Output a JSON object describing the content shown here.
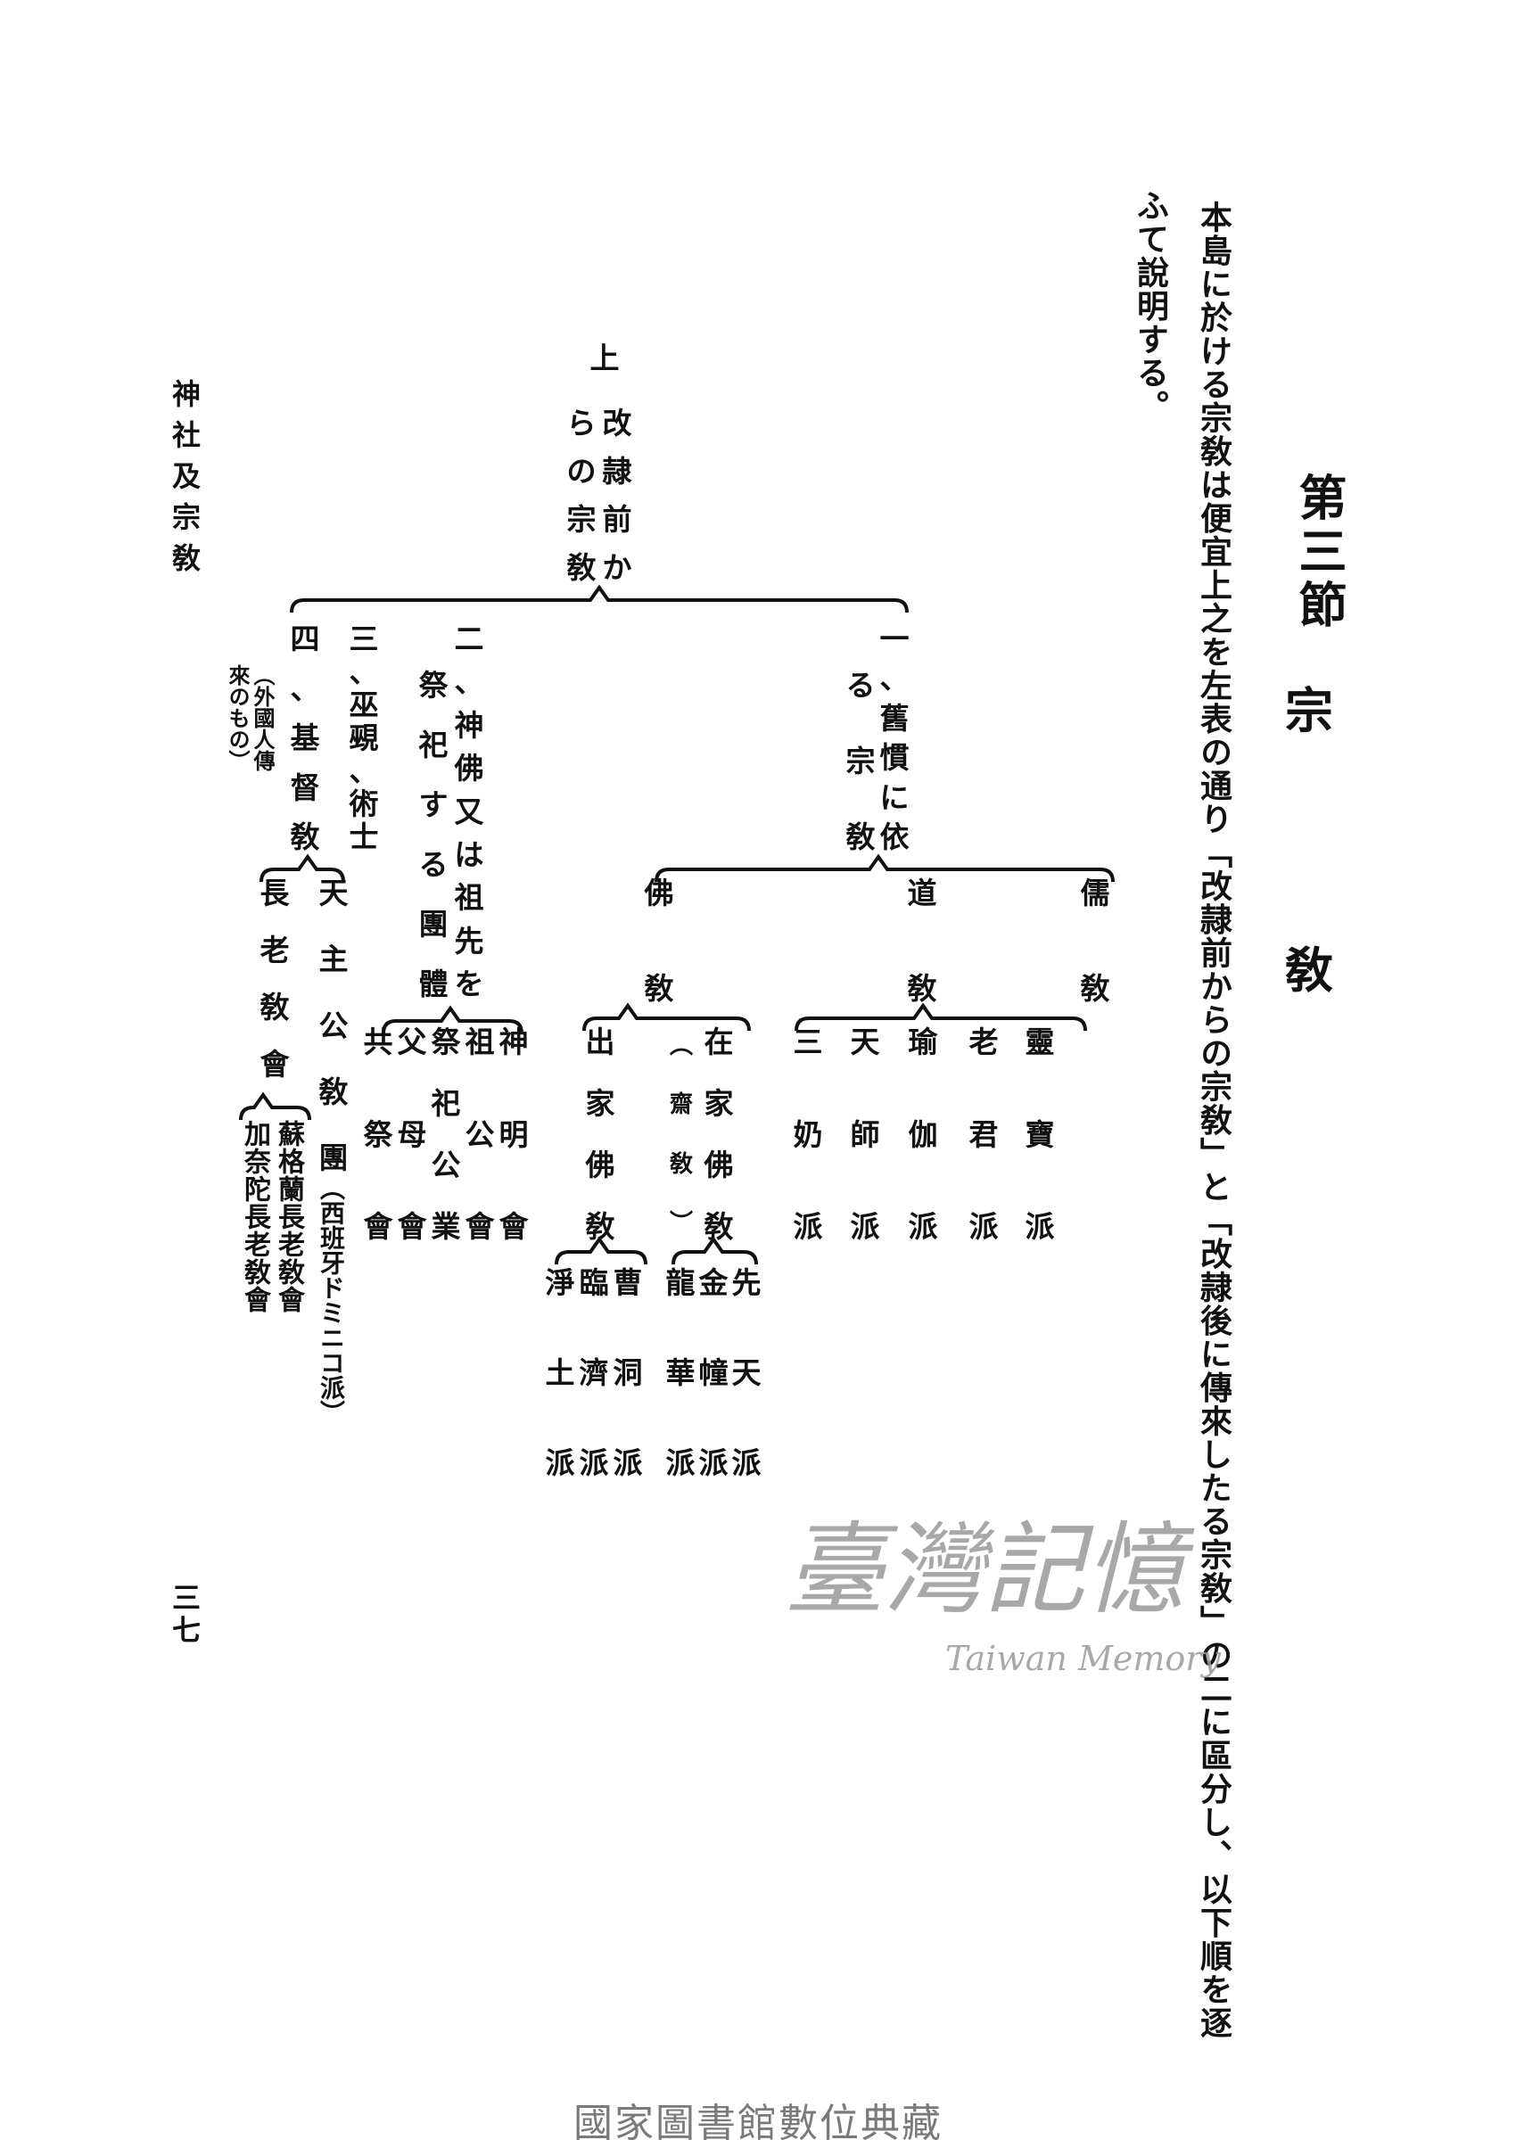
{
  "running_header": "神社及宗敎",
  "page_number": "三七",
  "section": {
    "label": "第三節",
    "title": "宗敎"
  },
  "body_text": [
    "本島に於ける宗敎は便宜上之を左表の通り「改隷前からの宗敎」と「改隷後に傳來したる宗敎」の二に區分し、以下順を逐",
    "ふて說明する。"
  ],
  "table": {
    "marker": "上",
    "root": [
      "改隷前か",
      "らの宗敎"
    ],
    "branches": {
      "one": [
        "一、舊慣に依",
        "る宗敎"
      ],
      "two": [
        "二、神佛又は祖先を",
        "祭祀する團體"
      ],
      "three": "三、巫覡、術士",
      "four": "四、基督敎",
      "four_note": "（外國人傳來のもの）"
    },
    "one_children": {
      "confucianism": "儒敎",
      "taoism": "道敎",
      "buddhism": "佛敎"
    },
    "taoism_sects": [
      "靈寶派",
      "老君派",
      "瑜伽派",
      "天師派",
      "三奶派"
    ],
    "buddhism_children": {
      "lay": "在家佛敎",
      "lay_note": "（齋敎）",
      "monastic": "出家佛敎"
    },
    "lay_sects": [
      "先天派",
      "金幢派",
      "龍華派"
    ],
    "monastic_sects": [
      "曹洞派",
      "臨濟派",
      "淨土派"
    ],
    "two_children": [
      "神明會",
      "祖公會",
      "祭祀公業",
      "父母會",
      "共祭會"
    ],
    "four_children": {
      "catholic": "天主公敎團",
      "catholic_note": "（西班牙ドミニコ派）",
      "presbyterian": "長老敎會",
      "presbyterian_subs": [
        "蘇格蘭長老敎會",
        "加奈陀長老敎會"
      ]
    }
  },
  "watermark": {
    "chinese": "臺灣記憶",
    "english": "Taiwan Memory"
  },
  "footer": "國家圖書館數位典藏"
}
